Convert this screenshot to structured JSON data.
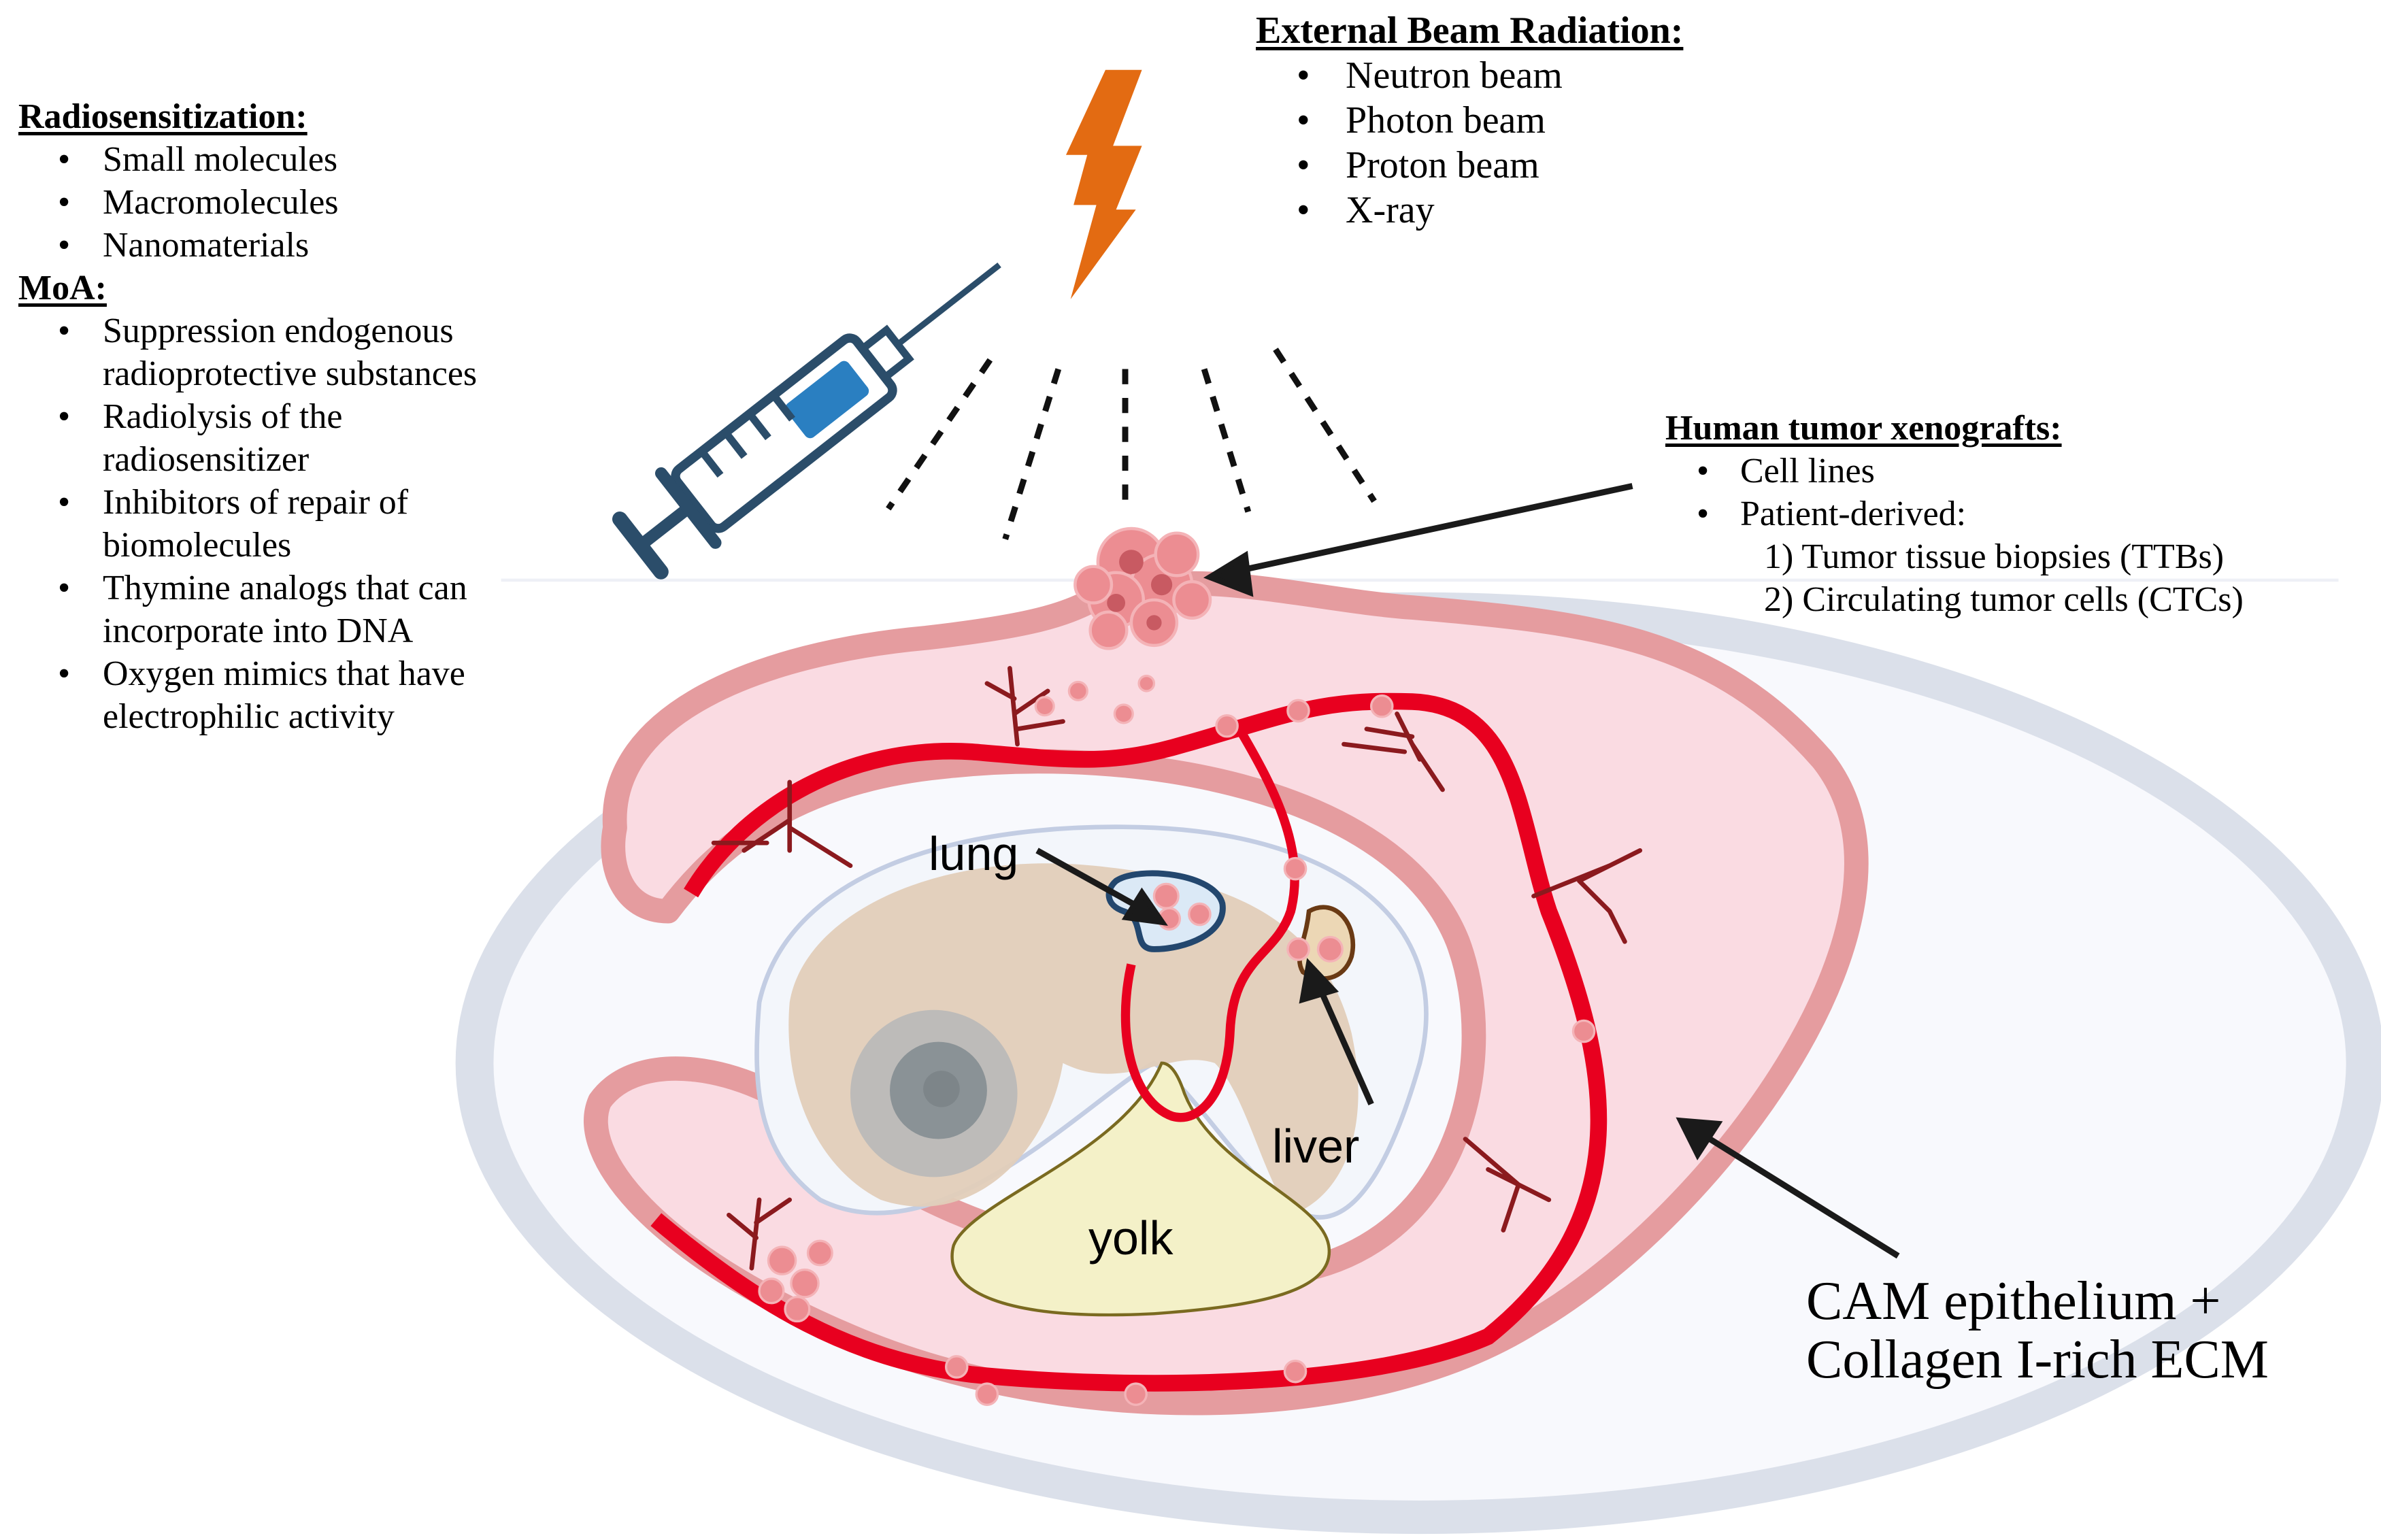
{
  "radiosensitization": {
    "heading": "Radiosensitization:",
    "items": [
      "Small molecules",
      "Macromolecules",
      "Nanomaterials"
    ]
  },
  "moa": {
    "heading": "MoA:",
    "items": [
      {
        "line1": "Suppression endogenous",
        "line2": "radioprotective substances"
      },
      {
        "line1": "Radiolysis of the",
        "line2": "radiosensitizer"
      },
      {
        "line1": "Inhibitors of repair of",
        "line2": "biomolecules"
      },
      {
        "line1": "Thymine analogs that can",
        "line2": "incorporate into DNA"
      },
      {
        "line1": "Oxygen mimics that have",
        "line2": "electrophilic activity"
      }
    ]
  },
  "external_beam": {
    "heading": "External Beam Radiation:",
    "items": [
      "Neutron beam",
      "Photon beam",
      "Proton beam",
      "X-ray"
    ]
  },
  "xenografts": {
    "heading": "Human tumor xenografts:",
    "items": [
      "Cell lines",
      "Patient-derived:"
    ],
    "sub_items": [
      "1) Tumor tissue biopsies (TTBs)",
      "2) Circulating tumor cells (CTCs)"
    ]
  },
  "cam_label": {
    "line1": "CAM epithelium +",
    "line2": "Collagen I-rich ECM"
  },
  "organ_labels": {
    "lung": "lung",
    "liver": "liver",
    "yolk": "yolk"
  },
  "bullet": "•",
  "colors": {
    "lightning": "#e36b12",
    "syringe": "#2b4d6a",
    "syringe_fluid": "#2a7fc1",
    "vessel": "#e8001f",
    "capillary": "#8b1a1e",
    "cam_band": "#e59c9f",
    "cam_fill": "#fadbe2",
    "shell_ring": "#dbe0ea",
    "embryo": "#e2cdb9",
    "yolk": "#f4f1c8",
    "tumor_cell": "#ec8d92",
    "lung_outline": "#23476e"
  }
}
